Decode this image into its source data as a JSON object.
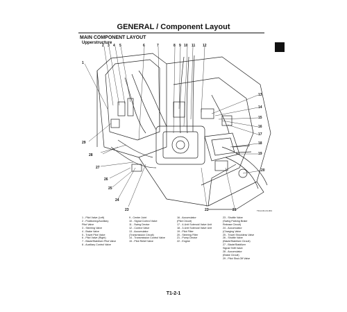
{
  "header": {
    "title": "GENERAL / Component Layout",
    "section": "MAIN COMPONENT LAYOUT",
    "subsection": "Upperstructure"
  },
  "figure": {
    "image_code": "T1GJ-01-01-001",
    "callouts": [
      "1",
      "2",
      "3",
      "4",
      "5",
      "6",
      "7",
      "8",
      "9",
      "10",
      "11",
      "12",
      "13",
      "14",
      "15",
      "16",
      "17",
      "18",
      "19",
      "20",
      "21",
      "22",
      "23",
      "24",
      "25",
      "26",
      "27",
      "28",
      "29"
    ]
  },
  "legend": {
    "col1": [
      "1 -  Pilot Valve (Left)",
      "2 -  Positioning/Auxiliary",
      "      Pilot Valve",
      "3 -  Steering Valve",
      "4 -  Brake Valve",
      "5 -  Travel Pilot Valve",
      "6 -  Pilot Valve (Right)",
      "7 -  Blade/Stabilizer Pilot Valve",
      "8 -  Auxiliary Control Valve"
    ],
    "col2": [
      "9 -  Center Joint",
      "10 - Signal Control Valve",
      "11 - Swing Device",
      "12 - Control Valve",
      "13 - Accumulator",
      "       (Transmission Circuit)",
      "14 - Transmission Control Valve",
      "15 - Pilot Relief Valve"
    ],
    "col3": [
      "16 - Accumulator",
      "       (Pilot Circuit)",
      "17 - 4-Unit Solenoid Valve Unit",
      "18 - 3-Unit Solenoid Valve Unit",
      "19 - Pilot Filter",
      "20 - Steering Filter",
      "21 - Pump Device",
      "22 - Engine"
    ],
    "col4": [
      "23 - Shuttle Valve",
      "       (Swing Parking Brake",
      "       Release Circuit)",
      "24 - Accumulator",
      "       (Charging Valve",
      "25 - Travel Shockless Valve",
      "26 - Shuttle Valve",
      "       (Blade/Stabilizer Circuit)",
      "27 - Blade/Stabilizer",
      "       Signal Shift Valve",
      "28 - Accumulator",
      "       (Brake Circuit)",
      "29 - Pilot Shut-Off Valve"
    ]
  },
  "footer": {
    "page": "T1-2-1"
  }
}
